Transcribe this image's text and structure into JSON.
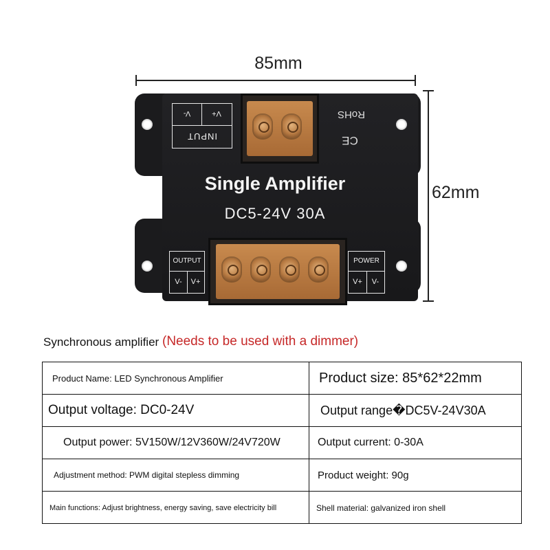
{
  "dimensions": {
    "width": "85mm",
    "height": "62mm"
  },
  "device": {
    "title": "Single Amplifier",
    "spec": "DC5-24V  30A",
    "rohs": "RoHS",
    "ce": "CE",
    "input_label": "INPUT",
    "input_minus": "V-",
    "input_plus": "V+",
    "output_label": "OUTPUT",
    "output_minus": "V-",
    "output_plus": "V+",
    "power_label": "POWER",
    "power_plus": "V+",
    "power_minus": "V-"
  },
  "caption": {
    "text": "Synchronous amplifier",
    "note": "(Needs to be used with a dimmer)",
    "note_color": "#c62828"
  },
  "specs": [
    {
      "left": "Product Name: LED Synchronous Amplifier",
      "right": "Product size: 85*62*22mm"
    },
    {
      "left": "Output voltage: DC0-24V",
      "right": "Output range�DC5V-24V30A"
    },
    {
      "left": "Output power: 5V150W/12V360W/24V720W",
      "right": "Output current: 0-30A"
    },
    {
      "left": "Adjustment method: PWM digital stepless dimming",
      "right": "Product weight: 90g"
    },
    {
      "left": "Main functions: Adjust brightness, energy saving, save electricity bill",
      "right": "Shell material: galvanized iron shell"
    }
  ]
}
